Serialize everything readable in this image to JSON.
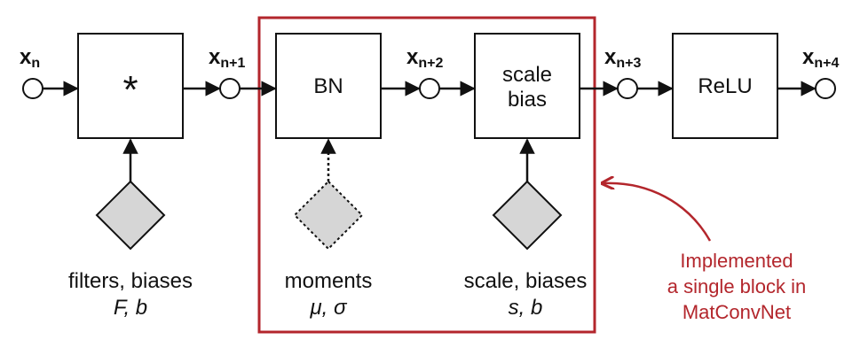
{
  "nodes": [
    {
      "main": "x",
      "sub": "n"
    },
    {
      "main": "x",
      "sub": "n+1"
    },
    {
      "main": "x",
      "sub": "n+2"
    },
    {
      "main": "x",
      "sub": "n+3"
    },
    {
      "main": "x",
      "sub": "n+4"
    }
  ],
  "blocks": {
    "conv": "*",
    "bn": "BN",
    "scale_line1": "scale",
    "scale_line2": "bias",
    "relu": "ReLU"
  },
  "params": {
    "conv": {
      "name": "filters, biases",
      "symbols": "F, b"
    },
    "bn": {
      "name": "moments",
      "symbols": "μ, σ"
    },
    "scale": {
      "name": "scale, biases",
      "symbols": "s, b"
    }
  },
  "annotation": {
    "line1": "Implemented",
    "line2": "a single block in",
    "line3": "MatConvNet"
  },
  "colors": {
    "stroke": "#111111",
    "highlight": "#b3262c",
    "diamond_fill": "#d6d6d6"
  }
}
